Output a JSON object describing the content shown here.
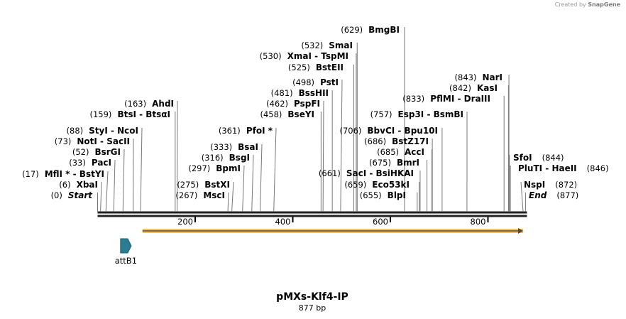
{
  "credit": {
    "prefix": "Created by",
    "brand": "SnapGene"
  },
  "map": {
    "name": "pMXs-Klf4-IP",
    "length_label": "877 bp",
    "length": 877,
    "ticks": [
      200,
      400,
      600,
      800
    ],
    "colors": {
      "backbone": "#222222",
      "orf": "#f5c060",
      "orf_arrow": "#5a4a2a",
      "attB1": "#2b7d93"
    }
  },
  "features": [
    {
      "name": "attB1",
      "start": 47,
      "end": 69,
      "color": "#2b7d93"
    },
    {
      "name": "",
      "start": 92,
      "end": 872,
      "color": "#f5c060"
    }
  ],
  "sites": [
    {
      "pos": 0,
      "label": "Start",
      "italic": true
    },
    {
      "pos": 6,
      "label": "XbaI"
    },
    {
      "pos": 17,
      "label": "MflI * - BstYI"
    },
    {
      "pos": 33,
      "label": "PacI"
    },
    {
      "pos": 52,
      "label": "BsrGI"
    },
    {
      "pos": 73,
      "label": "NotI  - SacII"
    },
    {
      "pos": 88,
      "label": "StyI  - NcoI"
    },
    {
      "pos": 159,
      "label": "BtsI  - BtsαI"
    },
    {
      "pos": 163,
      "label": "AhdI"
    },
    {
      "pos": 267,
      "label": "MscI"
    },
    {
      "pos": 275,
      "label": "BstXI"
    },
    {
      "pos": 297,
      "label": "BpmI"
    },
    {
      "pos": 316,
      "label": "BsgI"
    },
    {
      "pos": 333,
      "label": "BsaI"
    },
    {
      "pos": 361,
      "label": "PfoI *"
    },
    {
      "pos": 458,
      "label": "BseYI"
    },
    {
      "pos": 462,
      "label": "PspFI"
    },
    {
      "pos": 481,
      "label": "BssHII"
    },
    {
      "pos": 498,
      "label": "PstI"
    },
    {
      "pos": 525,
      "label": "BstEII"
    },
    {
      "pos": 530,
      "label": "XmaI  - TspMI"
    },
    {
      "pos": 532,
      "label": "SmaI"
    },
    {
      "pos": 629,
      "label": "BmgBI"
    },
    {
      "pos": 655,
      "label": "BlpI"
    },
    {
      "pos": 659,
      "label": "Eco53kI"
    },
    {
      "pos": 661,
      "label": "SacI  - BsiHKAI"
    },
    {
      "pos": 675,
      "label": "BmrI"
    },
    {
      "pos": 685,
      "label": "AccI"
    },
    {
      "pos": 686,
      "label": "BstZ17I"
    },
    {
      "pos": 706,
      "label": "BbvCI  - Bpu10I"
    },
    {
      "pos": 757,
      "label": "Esp3I  - BsmBI"
    },
    {
      "pos": 833,
      "label": "PflMI  - DraIII"
    },
    {
      "pos": 842,
      "label": "KasI"
    },
    {
      "pos": 843,
      "label": "NarI"
    },
    {
      "pos": 844,
      "label": "SfoI"
    },
    {
      "pos": 846,
      "label": "PluTI  - HaeII"
    },
    {
      "pos": 872,
      "label": "NspI"
    },
    {
      "pos": 877,
      "label": "End",
      "italic": true
    }
  ]
}
